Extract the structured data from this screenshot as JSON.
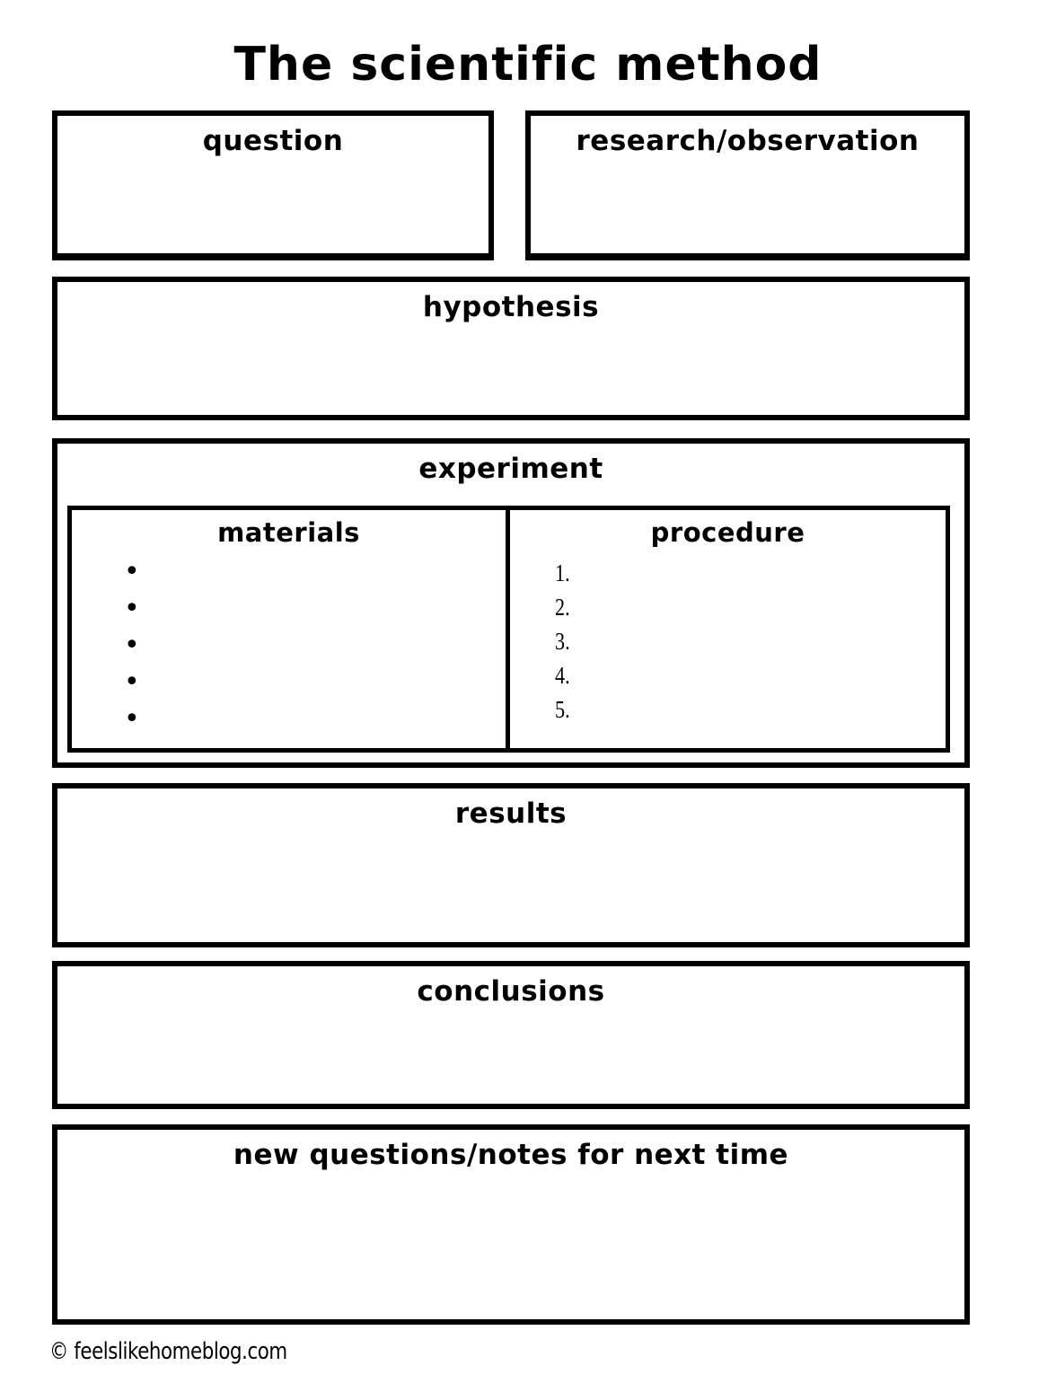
{
  "page": {
    "title": "The scientific method",
    "footer_text": "© feelslikehomeblog.com"
  },
  "boxes": {
    "question": {
      "label": "question"
    },
    "research": {
      "label": "research/observation"
    },
    "hypothesis": {
      "label": "hypothesis"
    },
    "experiment": {
      "label": "experiment",
      "materials": {
        "label": "materials",
        "bullet_char": "•",
        "bullet_count": 5
      },
      "procedure": {
        "label": "procedure",
        "numbers": [
          "1.",
          "2.",
          "3.",
          "4.",
          "5."
        ]
      }
    },
    "results": {
      "label": "results"
    },
    "conclusions": {
      "label": "conclusions"
    },
    "new_questions": {
      "label": "new questions/notes for next time"
    }
  }
}
